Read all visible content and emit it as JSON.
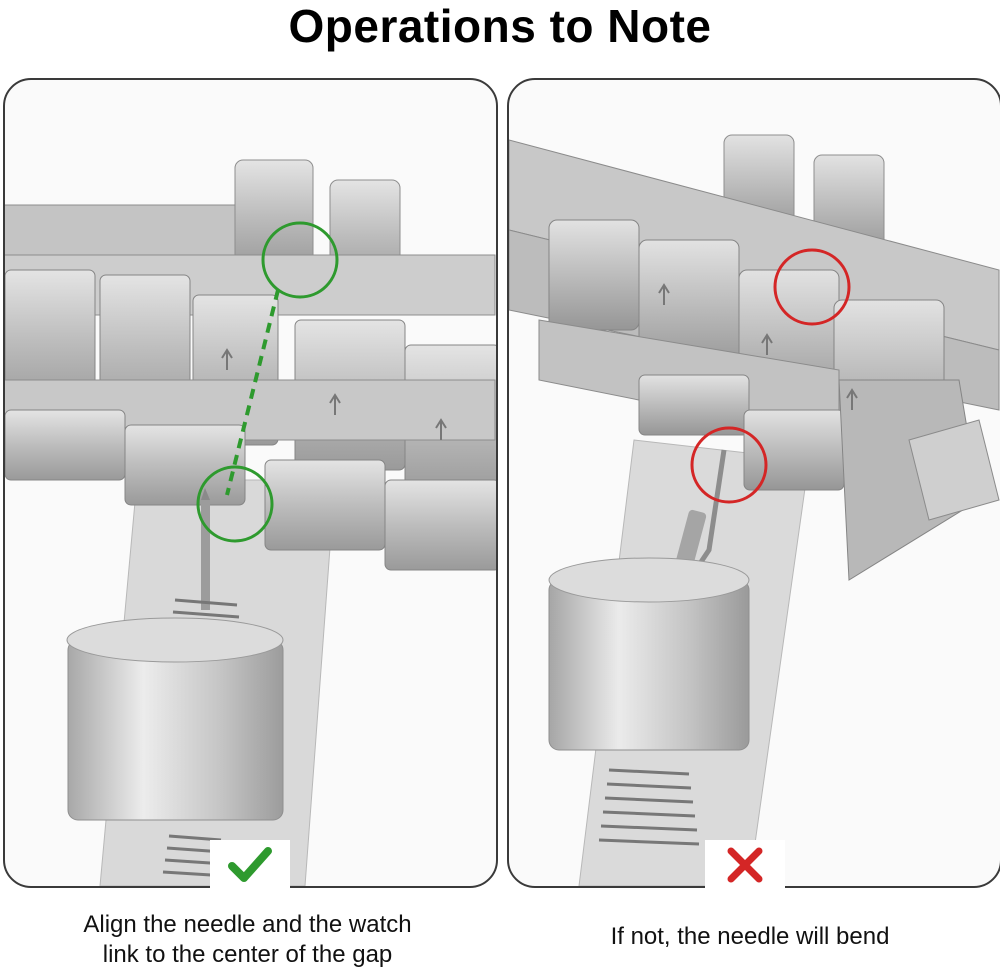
{
  "title": "Operations to Note",
  "left_panel": {
    "caption_line1": "Align the needle and the watch",
    "caption_line2": "link to the center of the gap",
    "status_icon": "check-icon",
    "highlight_color": "#2e9a2e"
  },
  "right_panel": {
    "caption": "If not, the needle will bend",
    "status_icon": "cross-icon",
    "highlight_color": "#d42626"
  }
}
